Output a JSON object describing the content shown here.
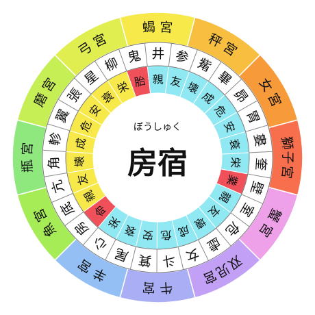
{
  "center": {
    "title": "房宿",
    "reading": "ぼうしゅく"
  },
  "palaces": [
    {
      "label": "蝎宮",
      "color": "#F7E94A"
    },
    {
      "label": "秤宮",
      "color": "#F7BE3F"
    },
    {
      "label": "女宮",
      "color": "#F79A3A"
    },
    {
      "label": "獅子宮",
      "color": "#F76F4C"
    },
    {
      "label": "蟹宮",
      "color": "#EEA0E8"
    },
    {
      "label": "双児宮",
      "color": "#C2A0F5"
    },
    {
      "label": "牛宮",
      "color": "#A9AEF5"
    },
    {
      "label": "羊宮",
      "color": "#93BFF5"
    },
    {
      "label": "魚宮",
      "color": "#A6EC56"
    },
    {
      "label": "瓶宮",
      "color": "#8EE87E"
    },
    {
      "label": "磨宮",
      "color": "#C6EE55"
    },
    {
      "label": "弓宮",
      "color": "#E1EE50"
    }
  ],
  "mansions": [
    "房",
    "底",
    "亢",
    "角",
    "軫",
    "翼",
    "張",
    "星",
    "柳",
    "鬼",
    "井",
    "参",
    "觜",
    "畢",
    "昴",
    "胃",
    "婁",
    "奎",
    "壁",
    "室",
    "危",
    "虚",
    "女",
    "斗",
    "箕",
    "尾",
    "心"
  ],
  "relations": {
    "labels": [
      "命",
      "親",
      "友",
      "壊",
      "成",
      "危",
      "安",
      "衰",
      "栄",
      "胎",
      "親",
      "友",
      "壊",
      "成",
      "危",
      "安",
      "衰",
      "栄",
      "業",
      "親",
      "友",
      "壊",
      "成",
      "危",
      "安",
      "衰",
      "栄"
    ],
    "group_colors": [
      "#F7E94A",
      "#8FE8F2",
      "#8FE8F2"
    ],
    "highlight_color": "#F0505A",
    "highlight_labels": [
      "命",
      "胎",
      "業"
    ]
  }
}
